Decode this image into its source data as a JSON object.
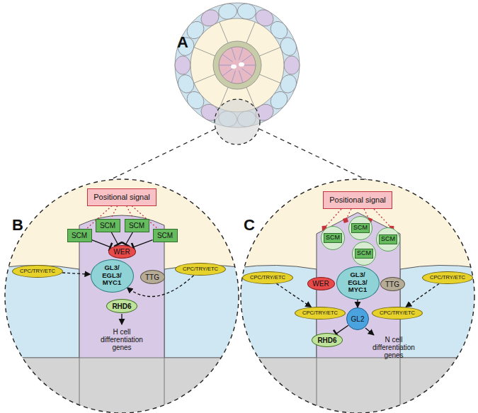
{
  "diagram": {
    "nodes": [
      {
        "text": [
          "Positional signal"
        ]
      },
      {
        "text": [
          "SCM"
        ]
      },
      {
        "text": [
          "SCM"
        ]
      },
      {
        "text": [
          "SCM"
        ]
      },
      {
        "text": [
          "SCM"
        ]
      },
      {
        "text": [
          "WER"
        ]
      },
      {
        "text": [
          "GL3/ EGL3/ MYC1"
        ]
      },
      {
        "text": [
          "TTG"
        ]
      },
      {
        "text": [
          "CPC/TRY/ETC"
        ]
      },
      {
        "text": [
          "CPC/TRY/ETC"
        ]
      },
      {
        "text": [
          "RHD6"
        ]
      },
      {
        "text": [
          "Positional signal"
        ]
      },
      {
        "text": [
          "SCM"
        ]
      },
      {
        "text": [
          "SCM"
        ]
      },
      {
        "text": [
          "SCM"
        ]
      },
      {
        "text": [
          "SCM"
        ]
      },
      {
        "text": [
          "WER"
        ]
      },
      {
        "text": [
          "GL3/ EGL3/ MYC1"
        ]
      },
      {
        "text": [
          "TTG"
        ]
      },
      {
        "text": [
          "CPC/TRY/ETC"
        ]
      },
      {
        "text": [
          "CPC/TRY/ETC"
        ]
      },
      {
        "text": [
          "CPC/TRY/ETC"
        ]
      },
      {
        "text": [
          "CPC/TRY/ETC"
        ]
      },
      {
        "text": [
          "GL2"
        ]
      },
      {
        "text": [
          "RHD6"
        ]
      }
    ],
    "edges": [
      {
        "from": 0,
        "to": 1,
        "arrow": "none"
      },
      {
        "from": 0,
        "to": 2,
        "arrow": "none"
      },
      {
        "from": 0,
        "to": 3,
        "arrow": "none"
      },
      {
        "from": 0,
        "to": 4,
        "arrow": "none"
      },
      {
        "from": 1,
        "to": 5,
        "arrow": "to"
      },
      {
        "from": 2,
        "to": 5,
        "arrow": "to"
      },
      {
        "from": 3,
        "to": 5,
        "arrow": "to"
      },
      {
        "from": 4,
        "to": 5,
        "arrow": "to"
      },
      {
        "from": 8,
        "to": 6,
        "arrow": "to"
      },
      {
        "from": 9,
        "to": 6,
        "arrow": "to"
      },
      {
        "from": 17,
        "to": 23,
        "arrow": "to"
      },
      {
        "from": 23,
        "to": 24,
        "arrow": "to"
      },
      {
        "from": 19,
        "to": 20,
        "arrow": "to"
      },
      {
        "from": 22,
        "to": 21,
        "arrow": "to"
      }
    ],
    "labels": [
      "A",
      "B",
      "C",
      "H cell differentiation genes",
      "N cell differentiation genes"
    ]
  }
}
